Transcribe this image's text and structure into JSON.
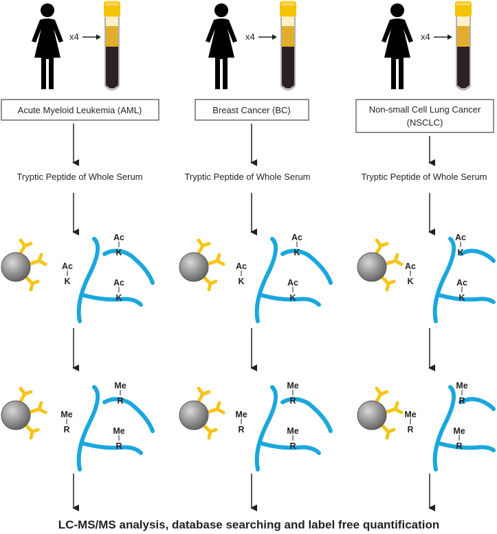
{
  "colors": {
    "peptide": "#1aa7dd",
    "antibody": "#f5c518",
    "bead": "#8a8a8a",
    "ink": "#231f20",
    "tube_cap": "#f3c200",
    "serum": "#e2ad2c",
    "blood": "#2b2322"
  },
  "icons": {
    "patient": "woman-figure-icon",
    "sample": "blood-tube-icon",
    "bead": "antibody-bead-icon",
    "peptide": "peptide-strand-icon",
    "arrow": "arrow-down-icon"
  },
  "multiplier_label": "x4",
  "digest_label": "Tryptic Peptide of Whole Serum",
  "acetyl_mod": {
    "group": "Ac",
    "residue": "K"
  },
  "methyl_mod": {
    "group": "Me",
    "residue": "R"
  },
  "cohorts": [
    {
      "name": "Acute Myeloid Leukemia (AML)"
    },
    {
      "name": "Breast Cancer (BC)"
    },
    {
      "name": "Non-small Cell Lung Cancer",
      "name_line2": "(NSCLC)"
    }
  ],
  "footer": "LC-MS/MS analysis, database searching and label free quantification"
}
